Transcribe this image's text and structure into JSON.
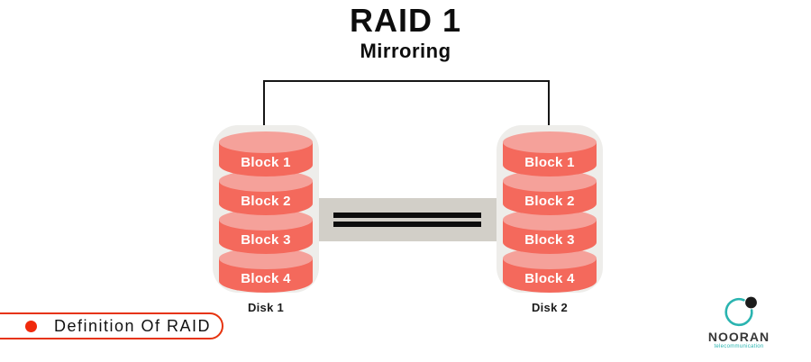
{
  "title": "RAID 1",
  "subtitle": "Mirroring",
  "disks": [
    {
      "label": "Disk 1",
      "blocks": [
        "Block 1",
        "Block 2",
        "Block 3",
        "Block 4"
      ]
    },
    {
      "label": "Disk 2",
      "blocks": [
        "Block 1",
        "Block 2",
        "Block 3",
        "Block 4"
      ]
    }
  ],
  "badge": {
    "label": "Definition Of RAID"
  },
  "logo": {
    "name": "NOORAN",
    "tagline": "telecommunication"
  },
  "icons": {
    "mirror_equals": "equals-sign",
    "badge_dot": "red-bullet",
    "logo_mark": "open-circle-with-dot"
  },
  "colors": {
    "platter_body": "#f4695c",
    "platter_top": "#f5a19a",
    "disk_shell": "#eeedea",
    "sync_bar": "#d2cfc8",
    "line_black": "#0d0d0d",
    "badge_red": "#e6330e",
    "logo_teal": "#2ab4b0"
  }
}
